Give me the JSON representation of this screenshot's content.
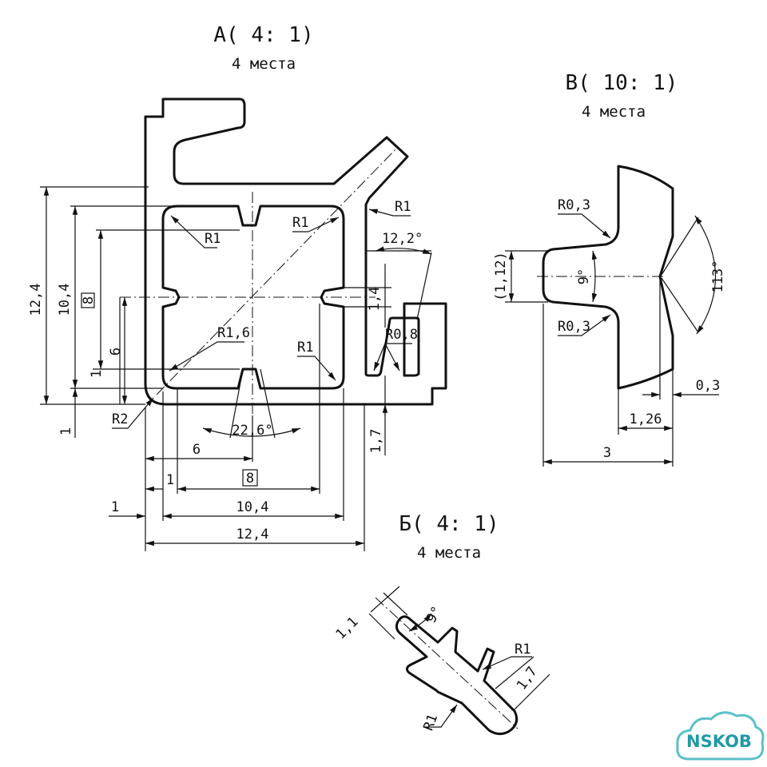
{
  "views": {
    "a": {
      "title": "А( 4: 1)",
      "note": "4 места"
    },
    "v": {
      "title": "В( 10: 1)",
      "note": "4 места"
    },
    "b": {
      "title": "Б( 4: 1)",
      "note": "4 места"
    }
  },
  "dims_a": {
    "h_12_4": "12,4",
    "h_10_4": "10,4",
    "h_8": "8",
    "h_6": "6",
    "h_1": "1",
    "h_1_bottom": "1",
    "r1_tl": "R1",
    "r1_tr": "R1",
    "r1_outer": "R1",
    "r1_6": "R1,6",
    "r1_br": "R1",
    "r2": "R2",
    "ang_12_2": "12,2°",
    "d_1_4": "1,4",
    "r0_8": "R0,8",
    "ang_22_6": "22,6°",
    "d_1_7": "1,7",
    "w_6": "6",
    "w_1": "1",
    "w_8": "8",
    "w_1_left": "1",
    "w_10_4": "10,4",
    "w_12_4": "12,4"
  },
  "dims_v": {
    "r0_3_top": "R0,3",
    "r0_3_bot": "R0,3",
    "d_1_12": "(1,12)",
    "ang_9": "9°",
    "ang_113": "113°",
    "d_0_3": "0,3",
    "d_1_26": "1,26",
    "d_3": "3"
  },
  "dims_b": {
    "d_1_1": "1,1",
    "ang_9": "9°",
    "r1_top": "R1",
    "d_1_7": "1,7",
    "r1_bot": "R1"
  },
  "logo": {
    "text": "NSKOB"
  }
}
